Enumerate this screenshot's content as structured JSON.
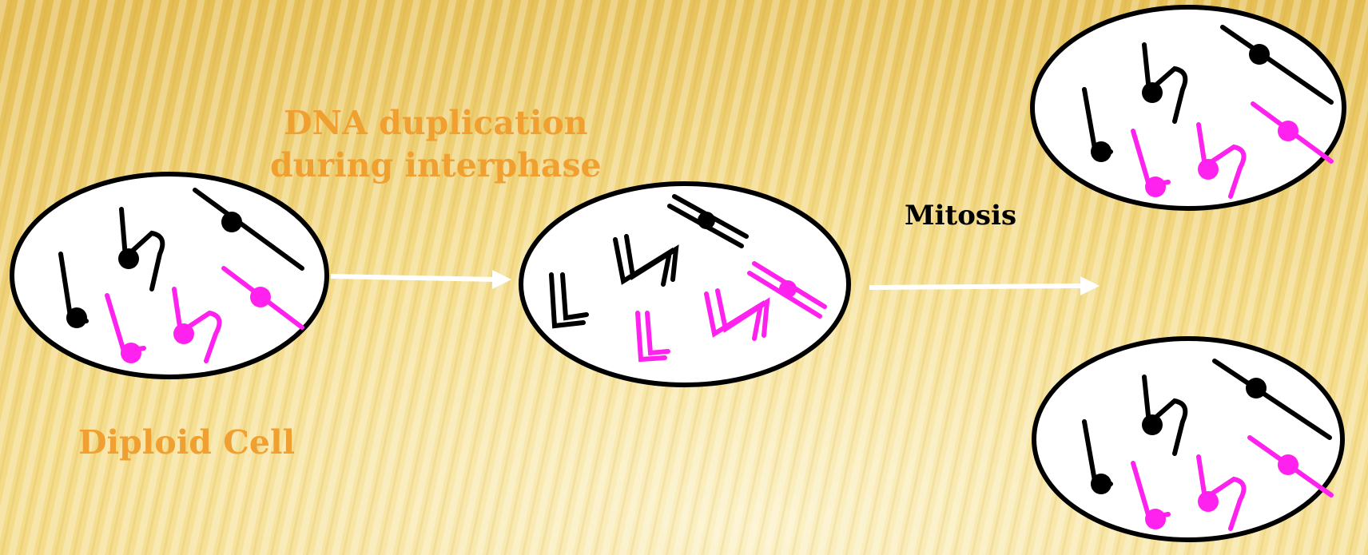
{
  "labels": {
    "dna_duplication_line1": "DNA duplication",
    "dna_duplication_line2": "during interphase",
    "diploid_cell": "Diploid Cell",
    "mitosis": "Mitosis"
  },
  "colors": {
    "background_light": "#f7e7a6",
    "background_dark": "#e8c45a",
    "stripe": "#ffffff",
    "accent_orange": "#f0a030",
    "chromosome_black": "#000000",
    "chromosome_magenta": "#ff22ee",
    "cell_fill": "#ffffff",
    "arrow": "#ffffff"
  },
  "icons": [
    "right-arrow-icon"
  ]
}
